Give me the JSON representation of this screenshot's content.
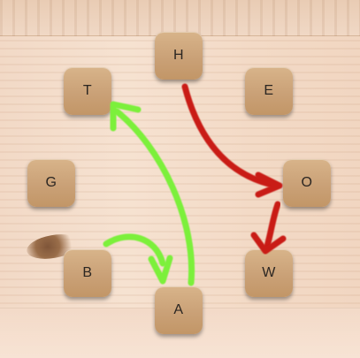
{
  "tiles": [
    {
      "letter": "H"
    },
    {
      "letter": "T"
    },
    {
      "letter": "E"
    },
    {
      "letter": "G"
    },
    {
      "letter": "O"
    },
    {
      "letter": "B"
    },
    {
      "letter": "W"
    },
    {
      "letter": "A"
    }
  ],
  "arrows": [
    {
      "color": "#7cf03a",
      "from": "B",
      "to": "A"
    },
    {
      "color": "#7cf03a",
      "from": "A",
      "to": "T"
    },
    {
      "color": "#c91d18",
      "from": "H",
      "to": "O"
    },
    {
      "color": "#c91d18",
      "from": "O",
      "to": "W"
    }
  ]
}
